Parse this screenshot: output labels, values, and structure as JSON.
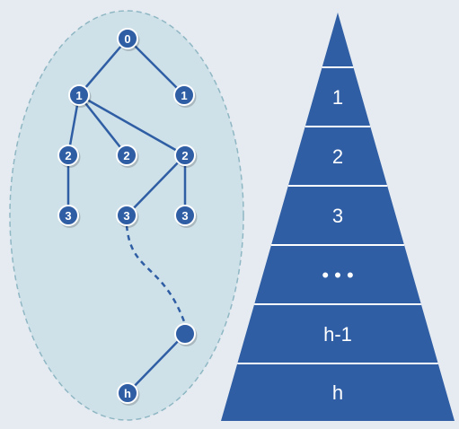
{
  "tree": {
    "nodes": [
      {
        "id": "root",
        "label": "0",
        "level": "0"
      },
      {
        "id": "l1a",
        "label": "1",
        "level": "1"
      },
      {
        "id": "l1b",
        "label": "1",
        "level": "1"
      },
      {
        "id": "l2a",
        "label": "2",
        "level": "2"
      },
      {
        "id": "l2b",
        "label": "2",
        "level": "2"
      },
      {
        "id": "l2c",
        "label": "2",
        "level": "2"
      },
      {
        "id": "l3a",
        "label": "3",
        "level": "3"
      },
      {
        "id": "l3b",
        "label": "3",
        "level": "3"
      },
      {
        "id": "l3c",
        "label": "3",
        "level": "3"
      },
      {
        "id": "deep",
        "label": "",
        "level": "h-1"
      },
      {
        "id": "leaf",
        "label": "h",
        "level": "h"
      }
    ],
    "edges": [
      {
        "from": "root",
        "to": "l1a",
        "style": "solid"
      },
      {
        "from": "root",
        "to": "l1b",
        "style": "solid"
      },
      {
        "from": "l1a",
        "to": "l2a",
        "style": "solid"
      },
      {
        "from": "l1a",
        "to": "l2b",
        "style": "solid"
      },
      {
        "from": "l1a",
        "to": "l2c",
        "style": "solid"
      },
      {
        "from": "l2a",
        "to": "l3a",
        "style": "solid"
      },
      {
        "from": "l2c",
        "to": "l3b",
        "style": "solid"
      },
      {
        "from": "l2c",
        "to": "l3c",
        "style": "solid"
      },
      {
        "from": "l3b",
        "to": "deep",
        "style": "dashed"
      },
      {
        "from": "deep",
        "to": "leaf",
        "style": "solid"
      }
    ]
  },
  "pyramid": {
    "levels": [
      "",
      "1",
      "2",
      "3",
      "• • •",
      "h-1",
      "h"
    ]
  },
  "colors": {
    "background": "#e6ebf1",
    "ellipse_fill": "#cfe1e8",
    "ellipse_border": "#8fb7c4",
    "node_fill": "#2f5ea4",
    "node_border": "#ffffff",
    "edge": "#2f5ea4",
    "pyramid_fill": "#2f5ea4",
    "pyramid_divider": "#ffffff",
    "pyramid_text": "#ffffff"
  }
}
